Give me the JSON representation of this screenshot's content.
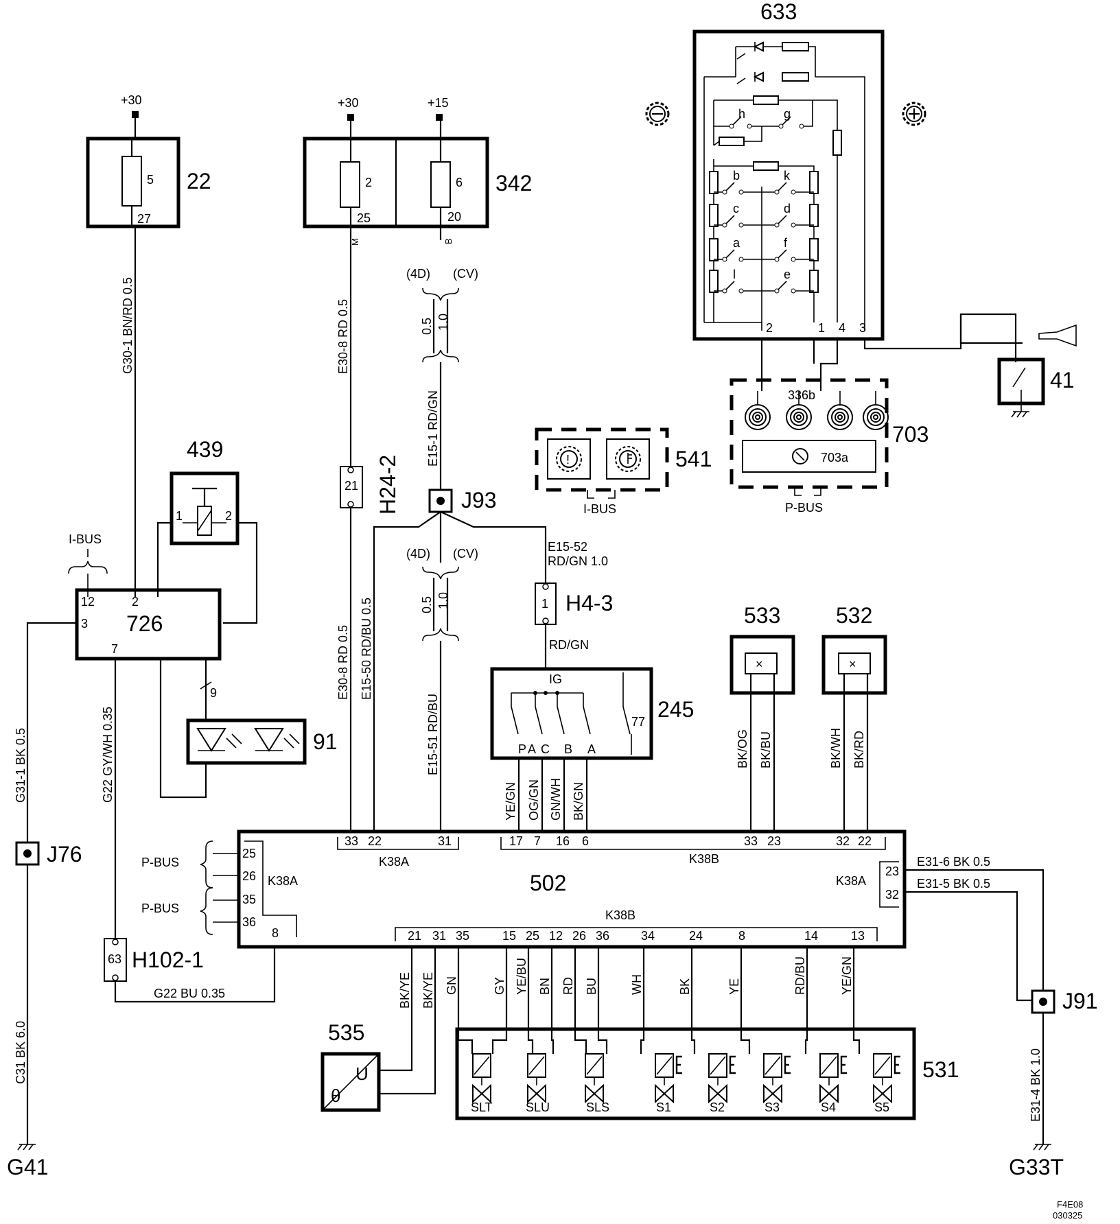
{
  "supply": {
    "p30a": "+30",
    "p30b": "+30",
    "p15": "+15"
  },
  "c22": {
    "id": "22",
    "fuse": "5",
    "pin": "27"
  },
  "c342": {
    "id": "342",
    "fuseA": "2",
    "pinA": "25",
    "fuseB": "6",
    "pinB": "20",
    "termM": "M",
    "termB": "B"
  },
  "c633": {
    "id": "633",
    "sw": {
      "h": "h",
      "g": "g",
      "b": "b",
      "k": "k",
      "c": "c",
      "d": "d",
      "a": "a",
      "f": "f",
      "l": "l",
      "e": "e"
    },
    "p2": "2",
    "p1": "1",
    "p4": "4",
    "p3": "3"
  },
  "c703": {
    "id": "703",
    "sub": "336b",
    "sub2": "703a",
    "bus": "P-BUS"
  },
  "c41": {
    "id": "41"
  },
  "c541": {
    "id": "541",
    "bus": "I-BUS"
  },
  "c439": {
    "id": "439",
    "p1": "1",
    "p2": "2"
  },
  "c726": {
    "id": "726",
    "p12": "12",
    "p2": "2",
    "p3": "3",
    "p7": "7",
    "bus": "I-BUS"
  },
  "c91": {
    "id": "91",
    "n9": "9"
  },
  "conn": {
    "h24": "H24-2",
    "h24pin": "21",
    "j93": "J93",
    "h43": "H4-3",
    "h43pin": "1",
    "j76": "J76",
    "j91": "J91",
    "h102": "H102-1",
    "h102pin": "63"
  },
  "wires": {
    "g301": "G30-1  BN/RD  0.5",
    "e308a": "E30-8   RD   0.5",
    "e151": "E15-1  RD/GN",
    "cv4d": "(4D)",
    "cv": "(CV)",
    "cvA": "0.5",
    "cvB": "1.0",
    "e1552": "E15-52",
    "e1552b": "RD/GN  1.0",
    "rdgn": "RD/GN",
    "e308b": "E30-8   RD   0.5",
    "e1550": "E15-50   RD/BU   0.5",
    "e1551": "E15-51   RD/BU",
    "g311": "G31-1  BK   0.5",
    "g22a": "G22   GY/WH  0.35",
    "g22b": "G22   BU   0.35",
    "c31": "C31   BK   6.0",
    "e316": "E31-6   BK   0.5",
    "e315": "E31-5   BK   0.5",
    "e314": "E31-4   BK   1.0"
  },
  "c245": {
    "id": "245",
    "ig": "IG",
    "pins": [
      "P",
      "A",
      "C",
      "B",
      "A"
    ],
    "p77": "77",
    "wires": [
      "YE/GN",
      "OG/GN",
      "GN/WH",
      "BK/GN"
    ]
  },
  "c533": {
    "id": "533",
    "wires": [
      "BK/OG",
      "BK/BU"
    ]
  },
  "c532": {
    "id": "532",
    "wires": [
      "BK/WH",
      "BK/RD"
    ]
  },
  "c502": {
    "id": "502",
    "k38a": "K38A",
    "k38b": "K38B",
    "topA": [
      "33",
      "22",
      "31"
    ],
    "topB": [
      "17",
      "7",
      "16",
      "6",
      "33",
      "23",
      "32",
      "22"
    ],
    "left": [
      "25",
      "26",
      "35",
      "36"
    ],
    "leftBus": [
      "P-BUS",
      "P-BUS"
    ],
    "p8": "8",
    "right": [
      "23",
      "32"
    ],
    "bottom": [
      "21",
      "31",
      "35",
      "15",
      "25",
      "12",
      "26",
      "36",
      "34",
      "24",
      "8",
      "14",
      "13"
    ]
  },
  "c535": {
    "id": "535",
    "u": "U",
    "theta": "θ",
    "wires": [
      "BK/YE",
      "BK/YE"
    ]
  },
  "c531": {
    "id": "531",
    "valves": [
      "SLT",
      "SLU",
      "SLS",
      "S1",
      "S2",
      "S3",
      "S4",
      "S5"
    ],
    "wires": [
      "GN",
      "GY",
      "YE/BU",
      "BN",
      "RD",
      "BU",
      "WH",
      "BK",
      "YE",
      "RD/BU",
      "YE/GN"
    ]
  },
  "grounds": {
    "g41": "G41",
    "g33t": "G33T"
  },
  "footer": {
    "code": "F4E08",
    "date": "030325"
  }
}
